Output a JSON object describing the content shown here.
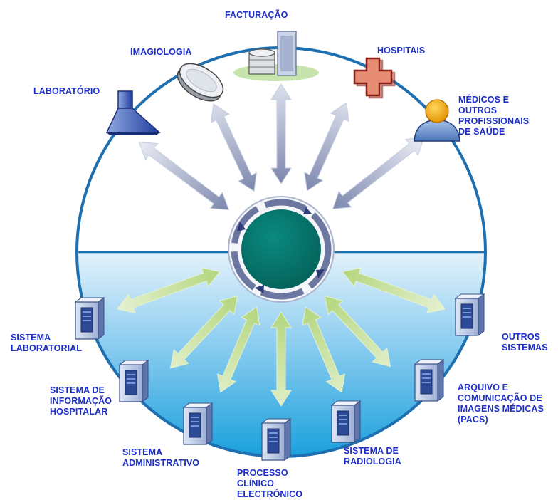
{
  "colors": {
    "label": "#1e2fc8",
    "circle_outline": "#1e6fb0",
    "hub": "#067a70",
    "top_arrow": "#8a95b8",
    "bottom_arrow": "#b8d88a",
    "water_top": "#e2f1fb",
    "water_bottom": "#1aa0dc"
  },
  "top_nodes": [
    {
      "id": "laboratorio",
      "label": "LABORATÓRIO",
      "icon": "flask-icon"
    },
    {
      "id": "imagiologia",
      "label": "IMAGIOLOGIA",
      "icon": "disc-icon"
    },
    {
      "id": "facturacao",
      "label": "FACTURAÇÃO",
      "icon": "database-server-icon"
    },
    {
      "id": "hospitais",
      "label": "HOSPITAIS",
      "icon": "red-cross-icon"
    },
    {
      "id": "medicos",
      "label": "MÉDICOS E\nOUTROS\nPROFISSIONAIS\nDE SAÚDE",
      "icon": "person-icon"
    }
  ],
  "bottom_nodes": [
    {
      "id": "sistema-laboratorial",
      "label": "SISTEMA\nLABORATORIAL",
      "icon": "server-icon"
    },
    {
      "id": "sistema-informacao-hospitalar",
      "label": "SISTEMA DE\nINFORMAÇÃO\nHOSPITALAR",
      "icon": "server-icon"
    },
    {
      "id": "sistema-administrativo",
      "label": "SISTEMA\nADMINISTRATIVO",
      "icon": "server-icon"
    },
    {
      "id": "processo-clinico",
      "label": "PROCESSO\nCLÍNICO\nELECTRÓNICO",
      "icon": "server-icon"
    },
    {
      "id": "sistema-radiologia",
      "label": "SISTEMA DE\nRADIOLOGIA",
      "icon": "server-icon"
    },
    {
      "id": "pacs",
      "label": "ARQUIVO E\nCOMUNICAÇÃO DE\nIMAGENS MÉDICAS\n(PACS)",
      "icon": "server-icon"
    },
    {
      "id": "outros-sistemas",
      "label": "OUTROS\nSISTEMAS",
      "icon": "server-icon"
    }
  ]
}
